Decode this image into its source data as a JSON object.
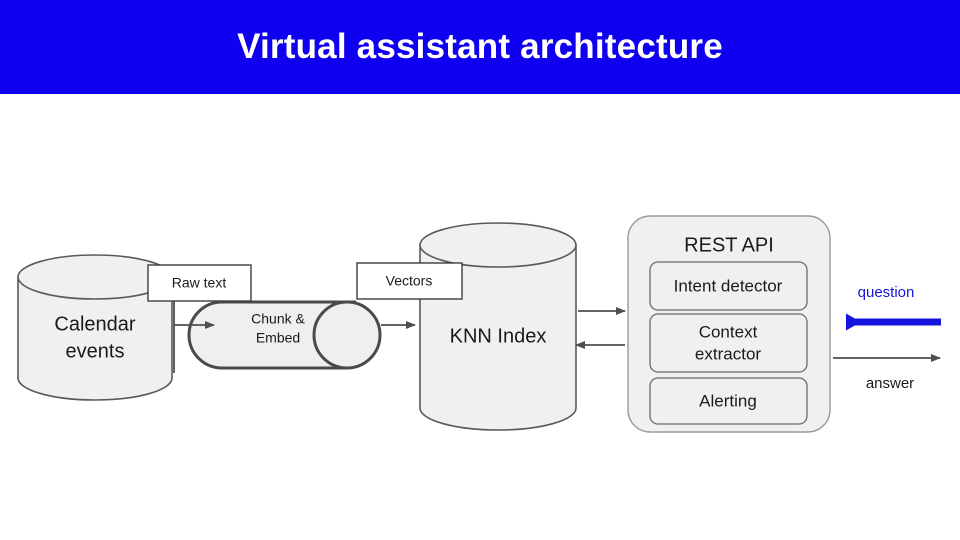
{
  "slide": {
    "title": "Virtual assistant architecture",
    "banner_color": "#1000f0",
    "title_color": "#ffffff",
    "background_color": "#ffffff"
  },
  "diagram": {
    "nodes": {
      "calendar_events": {
        "label_line1": "Calendar",
        "label_line2": "events",
        "shape": "cylinder"
      },
      "chunk_embed": {
        "label_line1": "Chunk &",
        "label_line2": "Embed",
        "shape": "horizontal-cylinder"
      },
      "knn_index": {
        "label": "KNN Index",
        "shape": "cylinder"
      },
      "rest_api": {
        "label": "REST API",
        "shape": "rounded-rect"
      }
    },
    "api_services": [
      {
        "label": "Intent detector"
      },
      {
        "label_line1": "Context",
        "label_line2": "extractor"
      },
      {
        "label": "Alerting"
      }
    ],
    "edge_labels": {
      "raw_text": "Raw text",
      "vectors": "Vectors"
    },
    "io": {
      "question": {
        "label": "question",
        "color": "#1515dd",
        "direction": "left"
      },
      "answer": {
        "label": "answer",
        "color": "#4f4f4f",
        "direction": "right"
      }
    }
  }
}
